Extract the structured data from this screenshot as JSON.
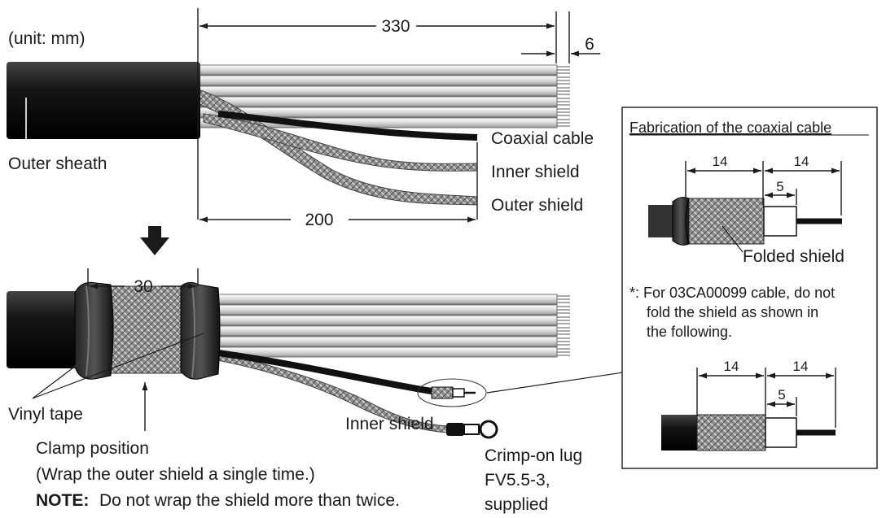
{
  "unit_note": "(unit: mm)",
  "top": {
    "dim_total": "330",
    "dim_tip": "6",
    "dim_shield": "200",
    "labels": {
      "outer_sheath": "Outer sheath",
      "coaxial_cable": "Coaxial cable",
      "inner_shield": "Inner shield",
      "outer_shield": "Outer shield"
    }
  },
  "bottom": {
    "dim_clamp": "30",
    "labels": {
      "vinyl_tape": "Vinyl tape",
      "clamp_position": "Clamp position",
      "wrap_note": "(Wrap the outer shield a single time.)",
      "note_prefix": "NOTE:",
      "note_text": "Do not wrap the shield more than twice.",
      "inner_shield": "Inner shield",
      "lug_line1": "Crimp-on lug",
      "lug_line2": "FV5.5-3,",
      "lug_line3": "supplied"
    }
  },
  "inset": {
    "title": "Fabrication of the coaxial cable",
    "dim_a": "14",
    "dim_b": "14",
    "dim_c": "5",
    "folded_shield": "Folded shield",
    "note_line1": "*: For 03CA00099 cable, do not",
    "note_line2": "fold the shield as shown in",
    "note_line3": "the following.",
    "dim2_a": "14",
    "dim2_b": "14",
    "dim2_c": "5"
  }
}
